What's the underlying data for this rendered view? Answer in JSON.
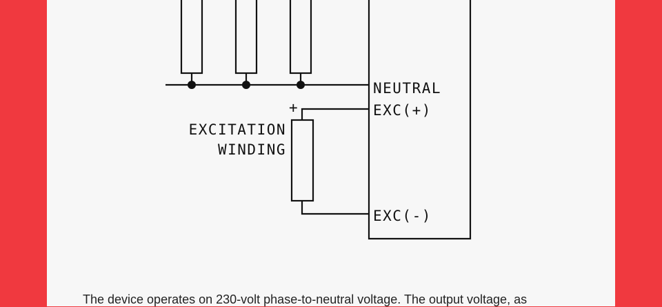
{
  "diagram": {
    "labels": {
      "neutral": "NEUTRAL",
      "exc_plus": "EXC(+)",
      "exc_minus": "EXC(-)",
      "excitation": "EXCITATION",
      "winding": "WINDING",
      "plus_sign": "+"
    }
  },
  "caption": "The device operates on 230-volt phase-to-neutral voltage. The output voltage, as"
}
